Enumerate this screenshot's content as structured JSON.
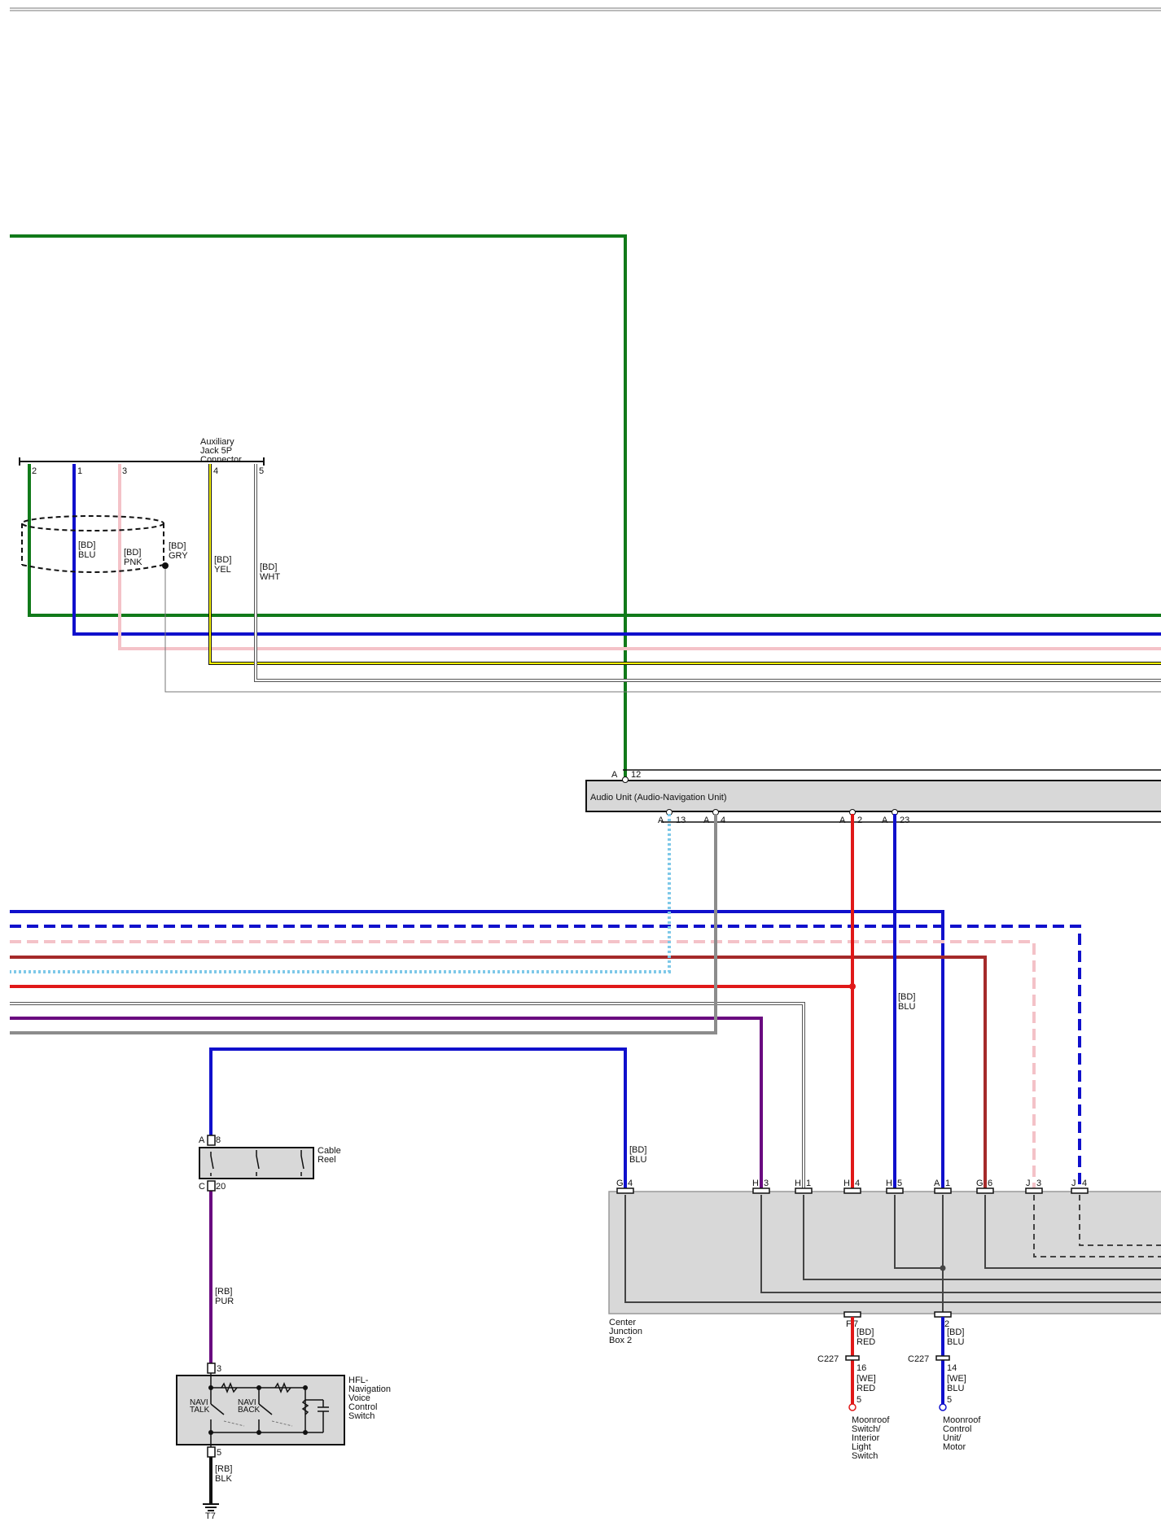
{
  "auxiliary_jack": {
    "title": [
      "Auxiliary",
      "Jack 5P",
      "Connector"
    ],
    "pins": [
      "2",
      "1",
      "3",
      "4",
      "5"
    ],
    "wires": {
      "blu": [
        "[BD]",
        "BLU"
      ],
      "pnk": [
        "[BD]",
        "PNK"
      ],
      "gry": [
        "[BD]",
        "GRY"
      ],
      "yel": [
        "[BD]",
        "YEL"
      ],
      "wht": [
        "[BD]",
        "WHT"
      ]
    }
  },
  "audio_unit": {
    "title": "Audio Unit (Audio-Navigation Unit)",
    "top_pin": {
      "conn": "A",
      "pin": "12"
    },
    "bottom_pins": [
      {
        "conn": "A",
        "pin": "13"
      },
      {
        "conn": "A",
        "pin": "4"
      },
      {
        "conn": "A",
        "pin": "2"
      },
      {
        "conn": "A",
        "pin": "23"
      }
    ],
    "wire_label": [
      "[BD]",
      "BLU"
    ]
  },
  "cable_reel": {
    "title": [
      "Cable",
      "Reel"
    ],
    "top_pin": {
      "conn": "A",
      "pin": "8"
    },
    "bottom_pin": {
      "conn": "C",
      "pin": "20"
    }
  },
  "purple_wire_label": [
    "[RB]",
    "PUR"
  ],
  "hfl_switch": {
    "title": [
      "HFL-",
      "Navigation",
      "Voice",
      "Control",
      "Switch"
    ],
    "top_pin": "3",
    "bottom_pin": "5",
    "switch_labels": [
      [
        "NAVI",
        "TALK"
      ],
      [
        "NAVI",
        "BACK"
      ]
    ]
  },
  "ground": {
    "wire": [
      "[RB]",
      "BLK"
    ],
    "name": "T7"
  },
  "junction_box": {
    "title": [
      "Center",
      "Junction",
      "Box 2"
    ],
    "pins": [
      {
        "conn": "G",
        "pin": "4"
      },
      {
        "conn": "H",
        "pin": "3"
      },
      {
        "conn": "H",
        "pin": "1"
      },
      {
        "conn": "H",
        "pin": "4"
      },
      {
        "conn": "H",
        "pin": "5"
      },
      {
        "conn": "A",
        "pin": "1"
      },
      {
        "conn": "G",
        "pin": "6"
      },
      {
        "conn": "J",
        "pin": "3"
      },
      {
        "conn": "J",
        "pin": "4"
      }
    ],
    "g4_wire": [
      "[BD]",
      "BLU"
    ],
    "bottom_pins": [
      {
        "conn": "F",
        "pin": "7"
      },
      {
        "conn": "",
        "pin": "2"
      }
    ]
  },
  "moonroof_switch": {
    "wire1": [
      "[BD]",
      "RED"
    ],
    "connector": "C227",
    "pin": "16",
    "wire2": [
      "[WE]",
      "RED"
    ],
    "end_pin": "5",
    "title": [
      "Moonroof",
      "Switch/",
      "Interior",
      "Light",
      "Switch"
    ]
  },
  "moonroof_motor": {
    "wire1": [
      "[BD]",
      "BLU"
    ],
    "connector": "C227",
    "pin": "14",
    "wire2": [
      "[WE]",
      "BLU"
    ],
    "end_pin": "5",
    "title": [
      "Moonroof",
      "Control",
      "Unit/",
      "Motor"
    ]
  },
  "colors": {
    "green": "#117a1a",
    "blue": "#1010cc",
    "pink": "#f4c2c8",
    "yellow": "#f2f000",
    "gray": "#8c8c8c",
    "red": "#e01818",
    "darkred": "#a52a2a",
    "purple": "#6a0a80",
    "lightblue": "#7ec8e8",
    "box": "#d8d8d8"
  }
}
